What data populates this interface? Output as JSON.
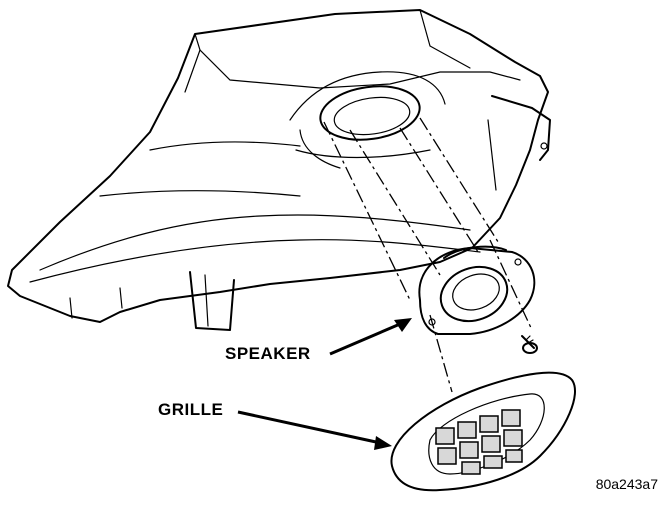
{
  "labels": {
    "speaker": "SPEAKER",
    "grille": "GRILLE",
    "figure_code": "80a243a7"
  }
}
